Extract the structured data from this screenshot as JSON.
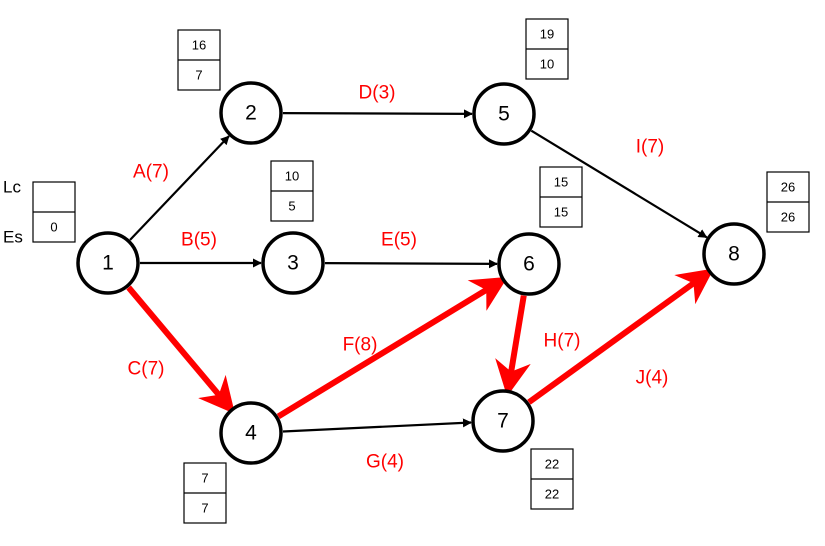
{
  "colors": {
    "normal_edge": "#000000",
    "critical_edge": "#ff0000",
    "label_text": "#ff0000",
    "node_stroke": "#000000"
  },
  "legend": {
    "lc_label": "Lc",
    "es_label": "Es",
    "lc_value": "",
    "es_value": "0"
  },
  "nodes": [
    {
      "id": "1",
      "label": "1"
    },
    {
      "id": "2",
      "label": "2",
      "lc": "16",
      "es": "7"
    },
    {
      "id": "3",
      "label": "3",
      "lc": "10",
      "es": "5"
    },
    {
      "id": "4",
      "label": "4",
      "lc": "7",
      "es": "7"
    },
    {
      "id": "5",
      "label": "5",
      "lc": "19",
      "es": "10"
    },
    {
      "id": "6",
      "label": "6",
      "lc": "15",
      "es": "15"
    },
    {
      "id": "7",
      "label": "7",
      "lc": "22",
      "es": "22"
    },
    {
      "id": "8",
      "label": "8",
      "lc": "26",
      "es": "26"
    }
  ],
  "edges": [
    {
      "id": "A",
      "from": "1",
      "to": "2",
      "label": "A(7)",
      "critical": false
    },
    {
      "id": "B",
      "from": "1",
      "to": "3",
      "label": "B(5)",
      "critical": false
    },
    {
      "id": "C",
      "from": "1",
      "to": "4",
      "label": "C(7)",
      "critical": true
    },
    {
      "id": "D",
      "from": "2",
      "to": "5",
      "label": "D(3)",
      "critical": false
    },
    {
      "id": "E",
      "from": "3",
      "to": "6",
      "label": "E(5)",
      "critical": false
    },
    {
      "id": "F",
      "from": "4",
      "to": "6",
      "label": "F(8)",
      "critical": true
    },
    {
      "id": "G",
      "from": "4",
      "to": "7",
      "label": "G(4)",
      "critical": false
    },
    {
      "id": "H",
      "from": "6",
      "to": "7",
      "label": "H(7)",
      "critical": true
    },
    {
      "id": "I",
      "from": "5",
      "to": "8",
      "label": "I(7)",
      "critical": false
    },
    {
      "id": "J",
      "from": "7",
      "to": "8",
      "label": "J(4)",
      "critical": true
    }
  ]
}
